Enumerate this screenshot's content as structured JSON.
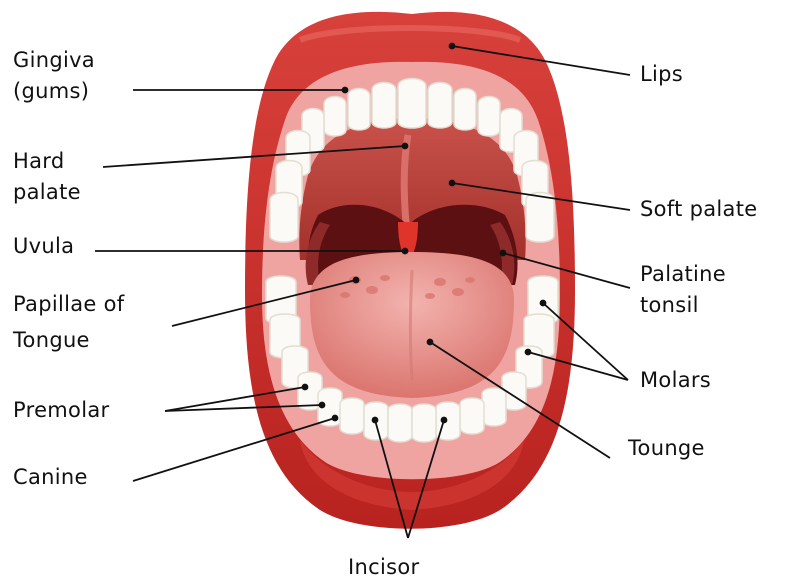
{
  "colors": {
    "lip_outer": "#c9302c",
    "lip_inner": "#e8605a",
    "gum": "#f2a7a6",
    "palate": "#b8403a",
    "throat": "#6b1416",
    "uvula": "#d93a2f",
    "tongue": "#e8918d",
    "teeth": "#fbfaf6",
    "leader_line": "#111111"
  },
  "labels": {
    "gingiva_1": "Gingiva",
    "gingiva_2": "(gums)",
    "hard_palate_1": "Hard",
    "hard_palate_2": "palate",
    "uvula": "Uvula",
    "papillae_1": "Papillae of",
    "papillae_2": "Tongue",
    "premolar": "Premolar",
    "canine": "Canine",
    "lips": "Lips",
    "soft_palate": "Soft palate",
    "palatine_1": "Palatine",
    "palatine_2": "tonsil",
    "molars": "Molars",
    "tounge": "Tounge",
    "incisor": "Incisor"
  }
}
